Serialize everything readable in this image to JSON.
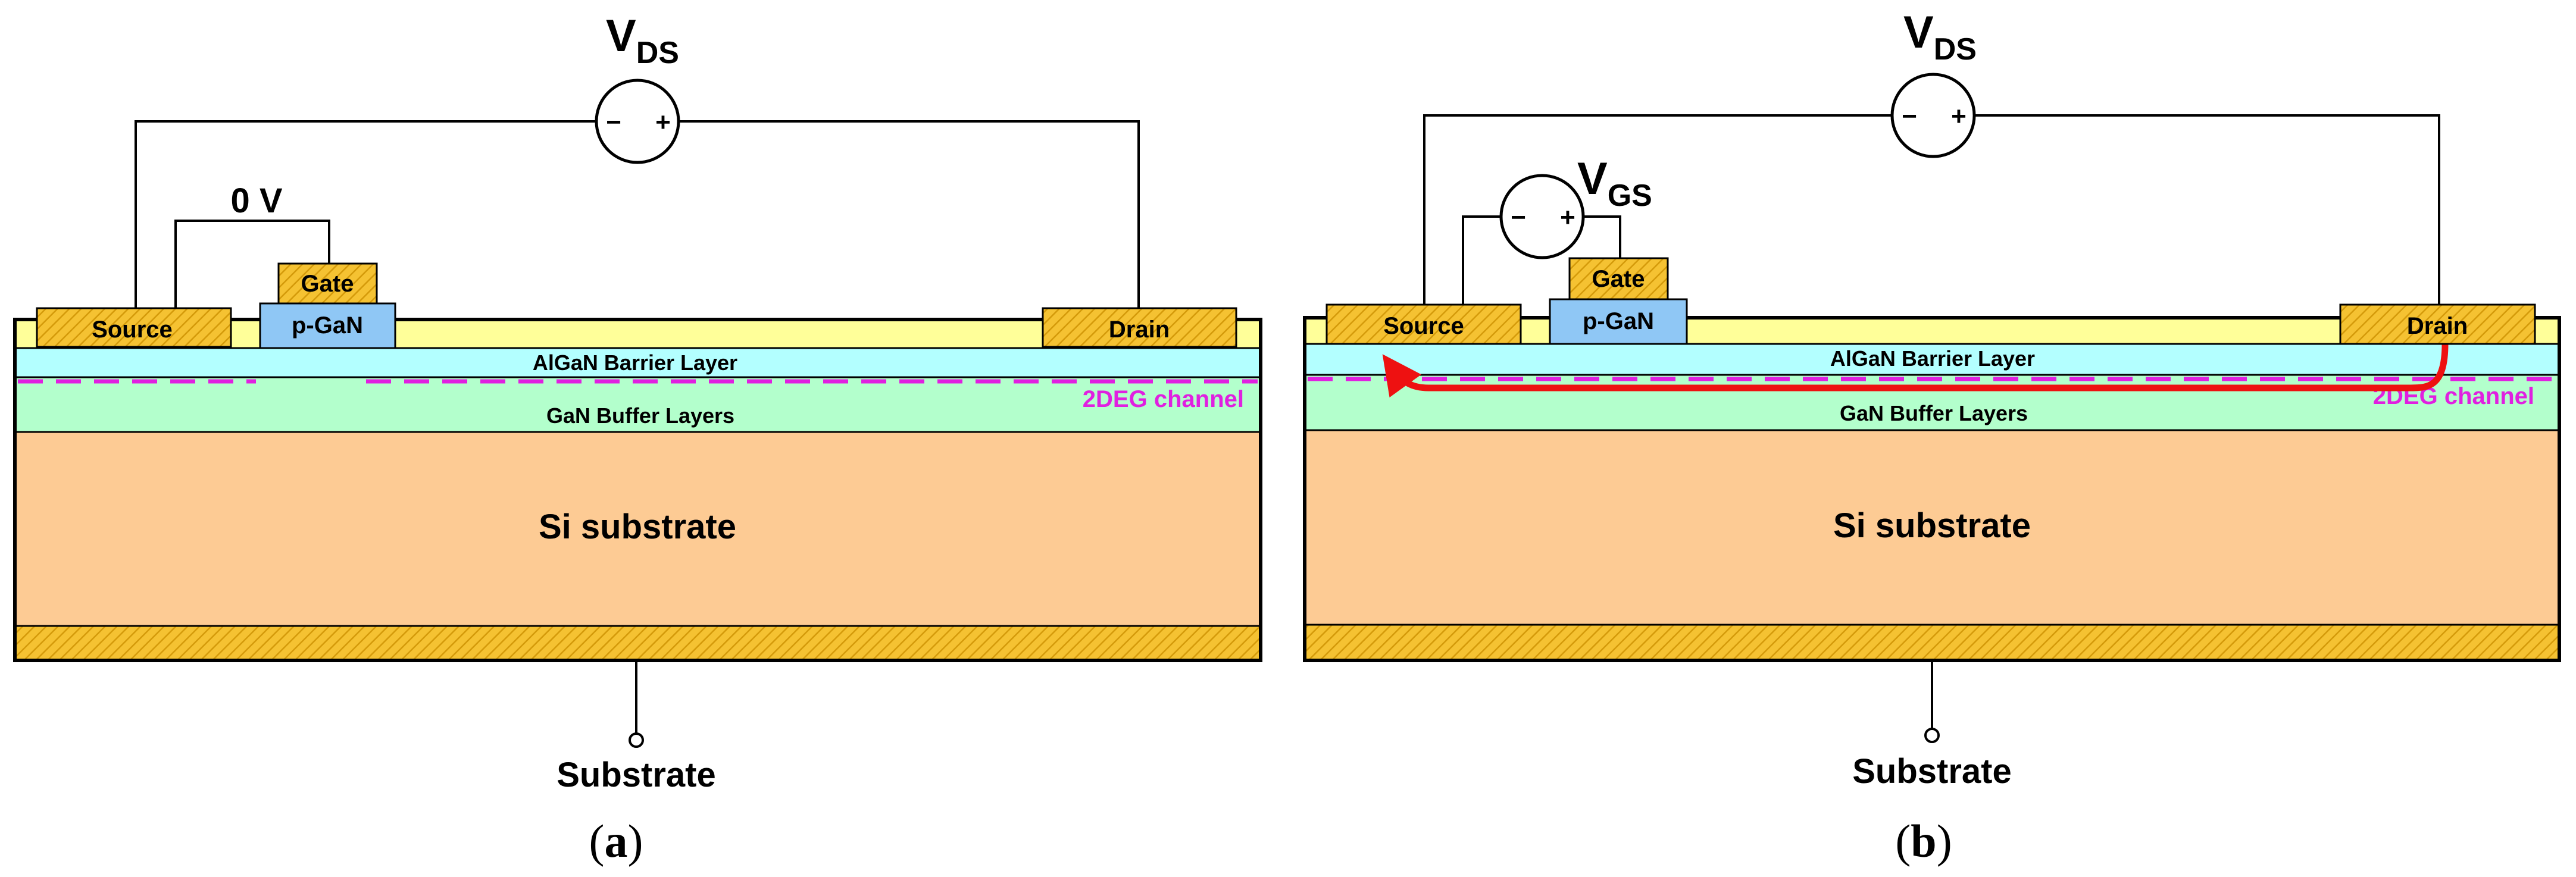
{
  "colors": {
    "contact_fill": "#f5c232",
    "contact_hatch": "#d49a0a",
    "top_layer": "#ffff99",
    "barrier": "#b3ffff",
    "buffer": "#b3ffcc",
    "substrate": "#fdcb94",
    "pgan": "#8fc7f5",
    "channel": "#e020e0",
    "current_arrow": "#ee1111",
    "outline": "#000000"
  },
  "panel_a": {
    "vds_main": "V",
    "vds_sub": "DS",
    "gate_voltage": "0 V",
    "gate_label": "Gate",
    "pgan_label": "p-GaN",
    "source_label": "Source",
    "drain_label": "Drain",
    "barrier_label": "AlGaN Barrier Layer",
    "channel_label": "2DEG channel",
    "buffer_label": "GaN Buffer Layers",
    "substrate_label": "Si substrate",
    "substrate_terminal": "Substrate",
    "caption_letter": "a",
    "channel_state": "depleted under gate"
  },
  "panel_b": {
    "vds_main": "V",
    "vds_sub": "DS",
    "vgs_main": "V",
    "vgs_sub": "GS",
    "gate_label": "Gate",
    "pgan_label": "p-GaN",
    "source_label": "Source",
    "drain_label": "Drain",
    "barrier_label": "AlGaN Barrier Layer",
    "channel_label": "2DEG channel",
    "buffer_label": "GaN Buffer Layers",
    "substrate_label": "Si substrate",
    "substrate_terminal": "Substrate",
    "caption_letter": "b",
    "channel_state": "continuous, current flows drain to source"
  },
  "symbols": {
    "minus": "−",
    "plus": "+",
    "open_paren": "(",
    "close_paren": ")"
  }
}
